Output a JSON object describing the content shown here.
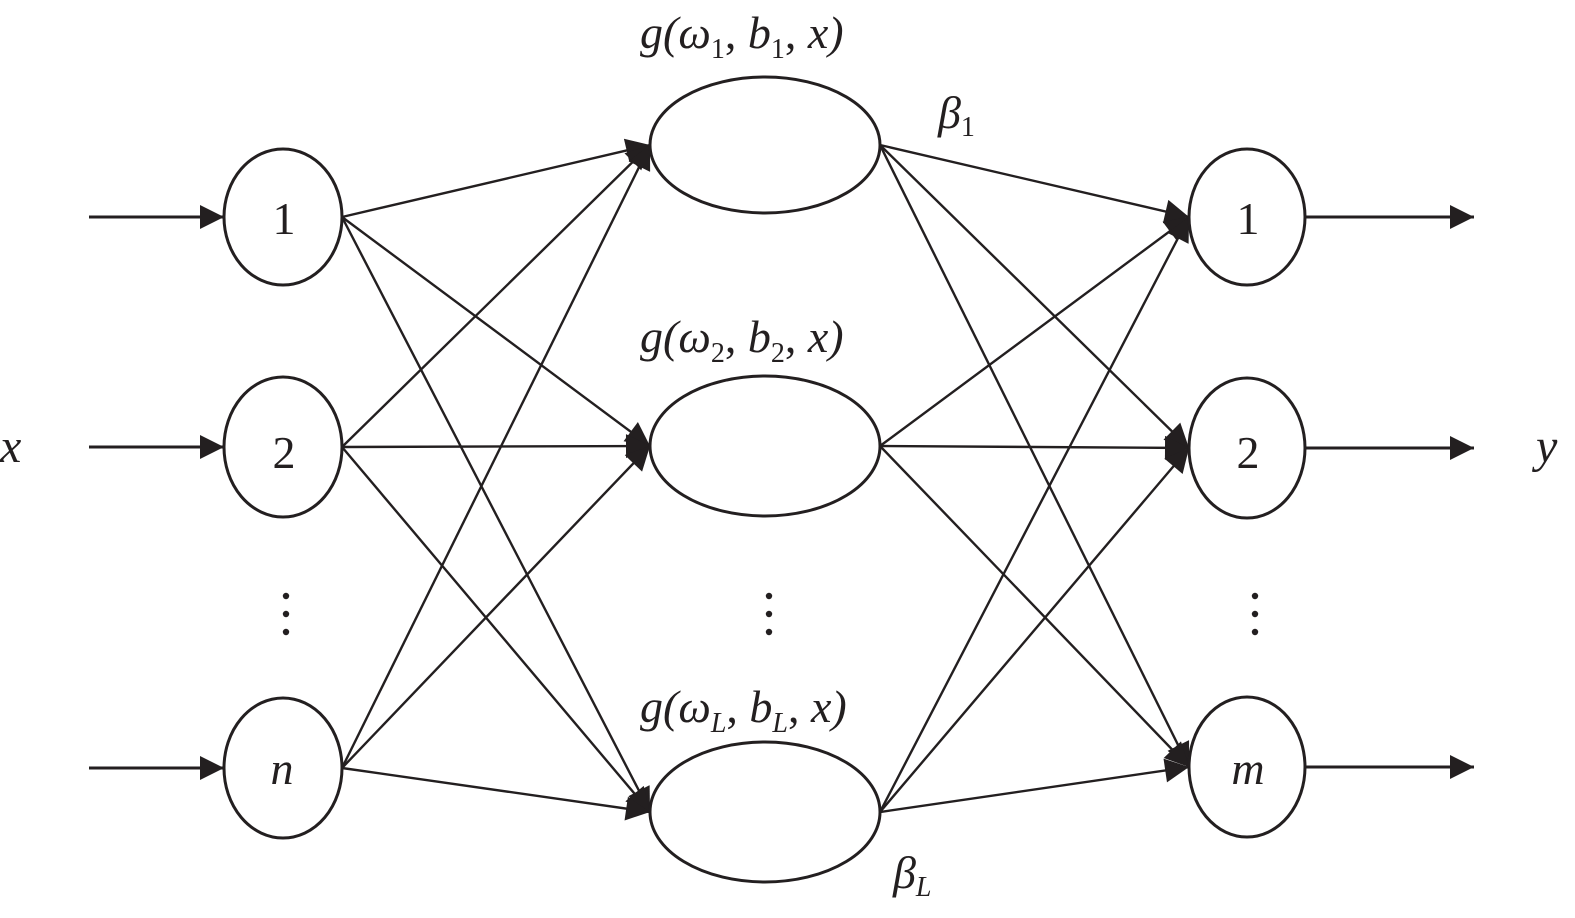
{
  "diagram": {
    "type": "elm-network",
    "input_label": "x",
    "output_label": "y",
    "input_nodes": [
      {
        "label": "1",
        "italic": false
      },
      {
        "label": "2",
        "italic": false
      },
      {
        "label": "n",
        "italic": true
      }
    ],
    "hidden_nodes": [
      {
        "fn": "g(",
        "w": "ω",
        "w_sub": "1",
        "b": "b",
        "b_sub": "1",
        "tail": "x)"
      },
      {
        "fn": "g(",
        "w": "ω",
        "w_sub": "2",
        "b": "b",
        "b_sub": "2",
        "tail": "x)"
      },
      {
        "fn": "g(",
        "w": "ω",
        "w_sub": "L",
        "b": "b",
        "b_sub": "L",
        "tail": "x)"
      }
    ],
    "output_nodes": [
      {
        "label": "1",
        "italic": false
      },
      {
        "label": "2",
        "italic": false
      },
      {
        "label": "m",
        "italic": true
      }
    ],
    "beta_labels": [
      {
        "sym": "β",
        "sub": "1"
      },
      {
        "sym": "β",
        "sub": "L"
      }
    ],
    "ellipsis": "⋮",
    "stroke_color": "#231f20",
    "background": "#ffffff"
  }
}
